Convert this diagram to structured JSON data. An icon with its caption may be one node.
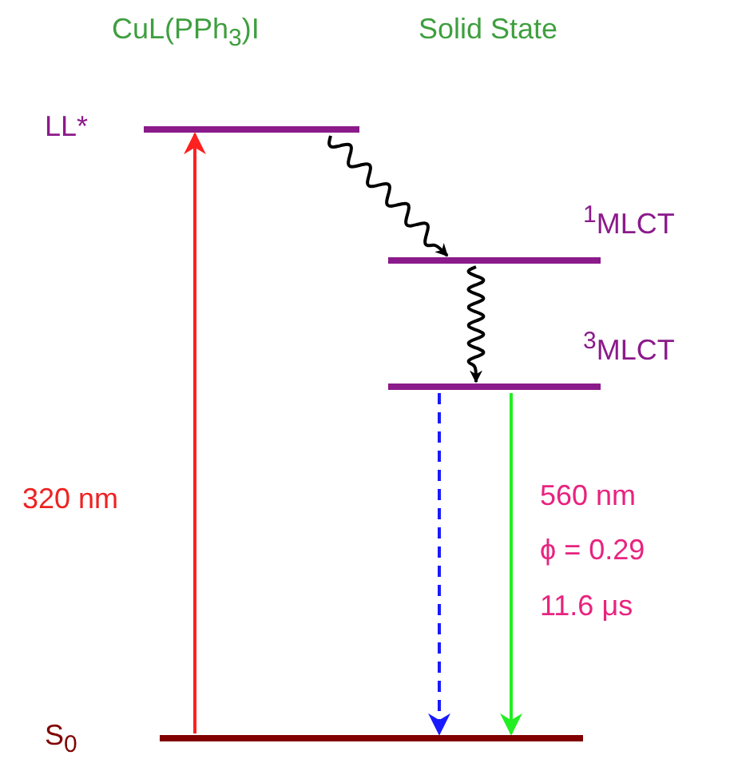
{
  "diagram": {
    "title": "CuL(PPh$_{3}$)I",
    "nodes": [
      {
        "text": [
          "LL*"
        ]
      },
      {
        "text": [
          "$^{1}$MLCT"
        ]
      },
      {
        "text": [
          "$^{3}$MLCT"
        ]
      },
      {
        "text": [
          "S$_{0}$"
        ]
      }
    ],
    "edges": [
      {
        "from": 3,
        "to": 0,
        "arrow": "to",
        "color": "#ff2020",
        "label": "320 nm"
      },
      {
        "from": 0,
        "to": 1,
        "arrow": "to",
        "color": "#000000"
      },
      {
        "from": 1,
        "to": 2,
        "arrow": "to",
        "color": "#000000"
      },
      {
        "from": 2,
        "to": 3,
        "arrow": "to",
        "color": "#1a1aff",
        "style": "dashed"
      },
      {
        "from": 2,
        "to": 3,
        "arrow": "to",
        "color": "#22ee22",
        "label": "560 nm"
      }
    ],
    "labels": [
      "Solid State",
      "ϕ = 0.29",
      "11.6 μs"
    ]
  }
}
